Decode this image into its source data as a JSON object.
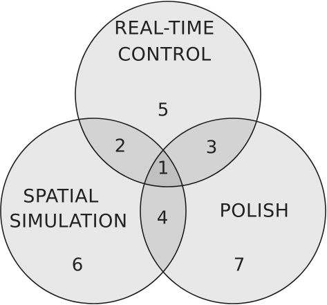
{
  "diagram": {
    "type": "venn",
    "colors": {
      "background": "#ffffff",
      "stroke": "#1f1f1f",
      "text": "#222222"
    },
    "sets": {
      "top": {
        "line1": "REAL-TIME",
        "line2": "CONTROL"
      },
      "left": {
        "line1": "SPATIAL",
        "line2": "SIMULATION"
      },
      "right": {
        "line1": "POLISH"
      }
    },
    "regions": {
      "all_three": "1",
      "top_left": "2",
      "top_right": "3",
      "left_right": "4",
      "top_only": "5",
      "left_only": "6",
      "right_only": "7"
    }
  }
}
